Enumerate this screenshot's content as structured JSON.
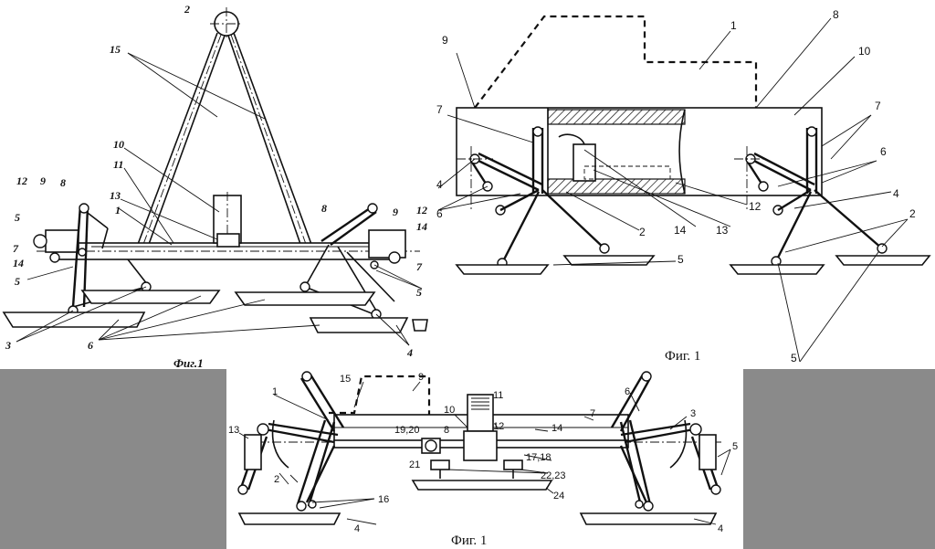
{
  "panels": [
    {
      "id": "panel-a",
      "caption": "Фиг.1",
      "labels": [
        "2",
        "15",
        "10",
        "11",
        "13",
        "1",
        "12",
        "9",
        "8",
        "5",
        "7",
        "14",
        "5",
        "3",
        "6",
        "8",
        "9",
        "12",
        "14",
        "7",
        "5",
        "4"
      ]
    },
    {
      "id": "panel-b",
      "caption": "Фиг. 1",
      "labels": [
        "8",
        "1",
        "9",
        "10",
        "7",
        "7",
        "4",
        "6",
        "6",
        "12",
        "13",
        "14",
        "2",
        "5",
        "4",
        "2",
        "5"
      ]
    },
    {
      "id": "panel-c",
      "caption": "Фиг. 1",
      "labels": [
        "15",
        "9",
        "11",
        "1",
        "6",
        "10",
        "7",
        "3",
        "13",
        "19,20",
        "8",
        "12",
        "14",
        "5",
        "21",
        "17,18",
        "22,23",
        "2",
        "16",
        "24",
        "4",
        "4"
      ]
    }
  ],
  "colors": {
    "ink": "#111111",
    "panel_gray": "#8a8a8a",
    "paper": "#ffffff"
  }
}
